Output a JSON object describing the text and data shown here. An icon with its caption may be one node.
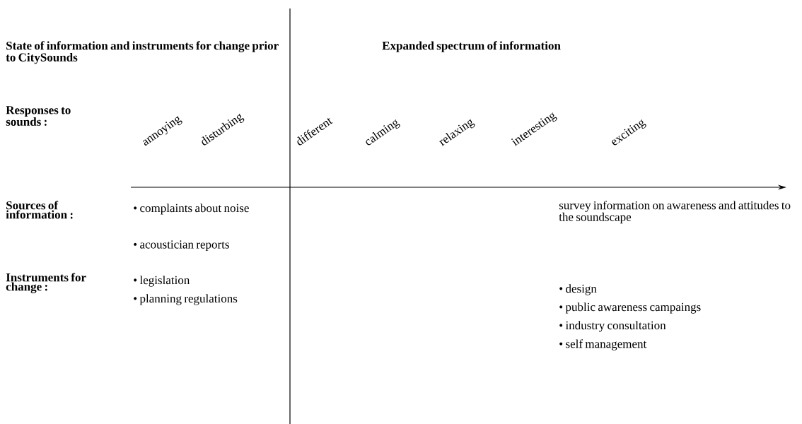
{
  "diagram": {
    "labels": [
      "State of information and instruments for change prior to CitySounds",
      "Expanded spectrum of information",
      "Responses to sounds :",
      "annoying",
      "disturbing",
      "different",
      "calming",
      "relaxing",
      "interesting",
      "exciting",
      "Sources of information :",
      "• complaints about noise",
      "survey information on awareness and attitudes to the soundscape",
      "• acoustician reports",
      "Instruments for change :",
      "• legislation",
      "• planning regulations",
      "• design",
      "• public awareness campaings",
      "• industry consultation",
      "• self management"
    ]
  }
}
